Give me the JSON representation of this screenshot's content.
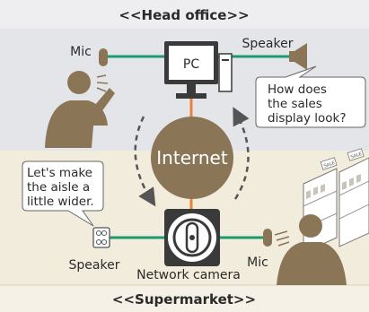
{
  "sections": {
    "head_office": "<<Head office>>",
    "supermarket": "<<Supermarket>>"
  },
  "head_office": {
    "mic_label": "Mic",
    "pc_label": "PC",
    "speaker_label": "Speaker",
    "bubble_lines": [
      "How does",
      "the sales",
      "display look?"
    ]
  },
  "center": {
    "internet_label": "Internet"
  },
  "supermarket": {
    "bubble_lines": [
      "Let's make",
      "the aisle a",
      "little wider."
    ],
    "speaker_label": "Speaker",
    "camera_label": "Network camera",
    "mic_label": "Mic",
    "shelf_sign": "SALE"
  },
  "colors": {
    "head_office_bg": "#e4e5e8",
    "supermarket_bg": "#f2ecdc",
    "section_band_head": "#eeeef0",
    "section_band_market": "#f6f1e6",
    "link_green": "#1a9a6e",
    "link_orange": "#e8823a",
    "person": "#8b7557",
    "internet": "#8b7557"
  }
}
